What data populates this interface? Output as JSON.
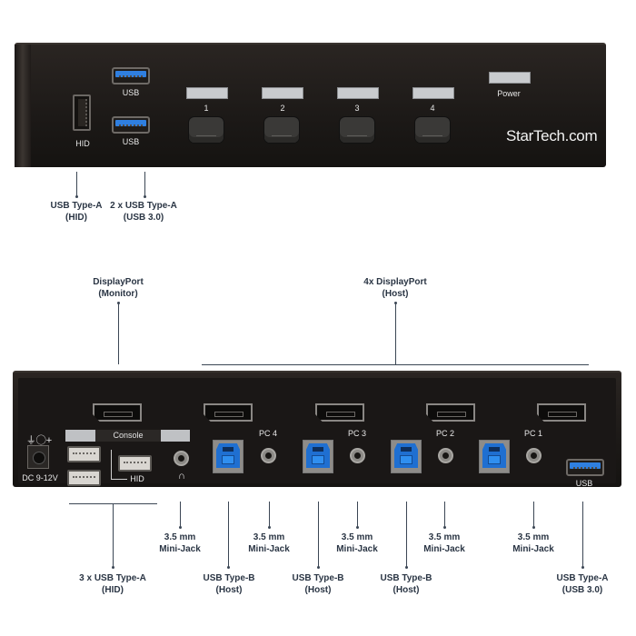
{
  "front_panel": {
    "ports": {
      "hid_label": "HID",
      "usb_top_label": "USB",
      "usb_bottom_label": "USB"
    },
    "ports_buttons": [
      {
        "number": "1"
      },
      {
        "number": "2"
      },
      {
        "number": "3"
      },
      {
        "number": "4"
      }
    ],
    "power_label": "Power",
    "brand": "StarTech.com",
    "callouts": {
      "hid": {
        "line1": "USB Type-A",
        "line2": "(HID)"
      },
      "usb": {
        "line1": "2 x USB Type-A",
        "line2": "(USB 3.0)"
      }
    }
  },
  "rear_panel": {
    "dc_label": "DC 9-12V",
    "dc_symbol": "⏚◯+",
    "console_label": "Console",
    "hid_label": "HID",
    "headphone_symbol": "🎧",
    "pc_labels": [
      "PC 4",
      "PC 3",
      "PC 2",
      "PC 1"
    ],
    "usb_label": "USB",
    "callouts_top": {
      "monitor": {
        "line1": "DisplayPort",
        "line2": "(Monitor)"
      },
      "host": {
        "line1": "4x DisplayPort",
        "line2": "(Host)"
      }
    },
    "callouts_bottom": {
      "hid_usb": {
        "line1": "3 x USB Type-A",
        "line2": "(HID)"
      },
      "jack_console": {
        "line1": "3.5 mm",
        "line2": "Mini-Jack"
      },
      "usbb_4": {
        "line1": "USB Type-B",
        "line2": "(Host)"
      },
      "jack_4": {
        "line1": "3.5 mm",
        "line2": "Mini-Jack"
      },
      "usbb_3": {
        "line1": "USB Type-B",
        "line2": "(Host)"
      },
      "jack_3": {
        "line1": "3.5 mm",
        "line2": "Mini-Jack"
      },
      "usbb_2": {
        "line1": "USB Type-B",
        "line2": "(Host)"
      },
      "jack_2": {
        "line1": "3.5 mm",
        "line2": "Mini-Jack"
      },
      "usb3": {
        "line1": "USB Type-A",
        "line2": "(USB 3.0)"
      }
    }
  },
  "colors": {
    "chassis": "#1c1917",
    "usb3_blue": "#2f7fe0",
    "callout_text": "#2a3544",
    "led": "#c9cbce"
  }
}
